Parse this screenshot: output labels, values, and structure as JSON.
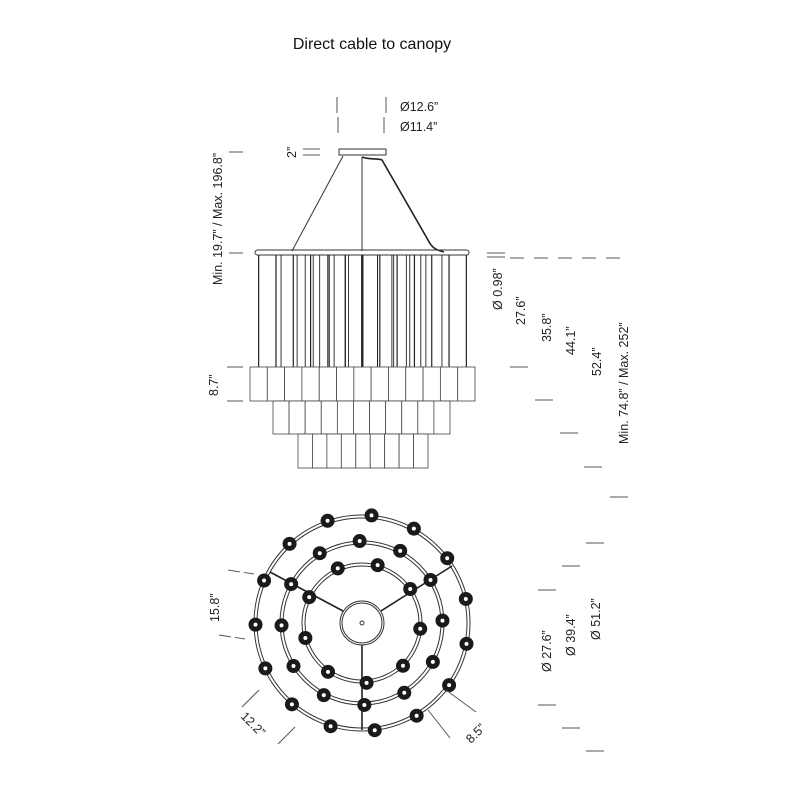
{
  "title": "Direct cable to canopy",
  "side_view": {
    "canopy_outer_diameter": "Ø12.6”",
    "canopy_inner_diameter": "Ø11.4”",
    "canopy_height": "2”",
    "cable_length": "Min. 19.7” / Max. 196.8”",
    "module_height": "8.7”",
    "ring_diameter": "Ø 0.98”",
    "tier1_drop": "27.6”",
    "tier2_drop": "35.8”",
    "tier3_drop": "44.1”",
    "total_drop": "52.4”",
    "overall_height": "Min. 74.8” / Max. 252”"
  },
  "top_view": {
    "span_left": "15.8”",
    "span_bottom_left": "12.2”",
    "span_bottom_right": "8.5”",
    "inner_diameter": "Ø 27.6”",
    "middle_diameter": "Ø 39.4”",
    "outer_diameter": "Ø 51.2”"
  }
}
